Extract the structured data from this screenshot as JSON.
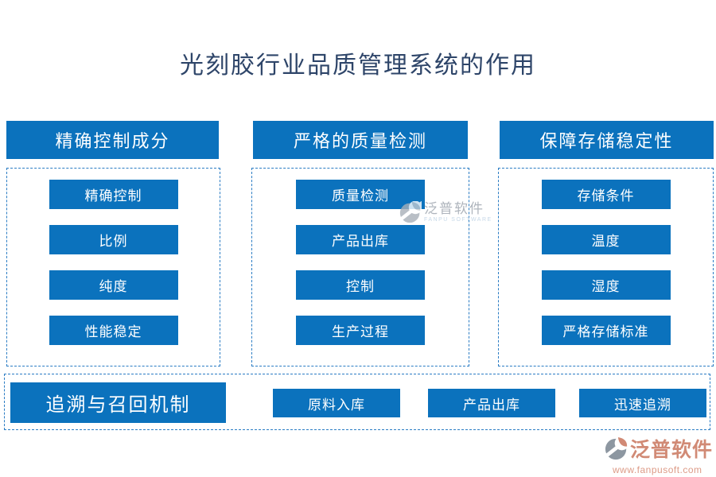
{
  "title": "光刻胶行业品质管理系统的作用",
  "columns": [
    {
      "header": "精确控制成分",
      "items": [
        "精确控制",
        "比例",
        "纯度",
        "性能稳定"
      ]
    },
    {
      "header": "严格的质量检测",
      "items": [
        "质量检测",
        "产品出库",
        "控制",
        "生产过程"
      ]
    },
    {
      "header": "保障存储稳定性",
      "items": [
        "存储条件",
        "温度",
        "湿度",
        "严格存储标准"
      ]
    }
  ],
  "bottom_row": {
    "primary": "追溯与召回机制",
    "items": [
      "原料入库",
      "产品出库",
      "迅速追溯"
    ]
  },
  "watermark": {
    "name": "泛普软件",
    "subtitle": "FANPU SOFTWARE"
  },
  "logo": {
    "name": "泛普软件",
    "url_text": "www.fanpusoft.com"
  },
  "colors": {
    "primary-blue": "#0b72bd",
    "dash-blue": "#2a7cc4",
    "title-navy": "#2e4569",
    "logo-salmon": "#d18a75",
    "logo-url-salmon": "#dd9b87",
    "watermark-gray": "#9aa2ac",
    "watermark-lightblue": "#b9cfe2"
  }
}
